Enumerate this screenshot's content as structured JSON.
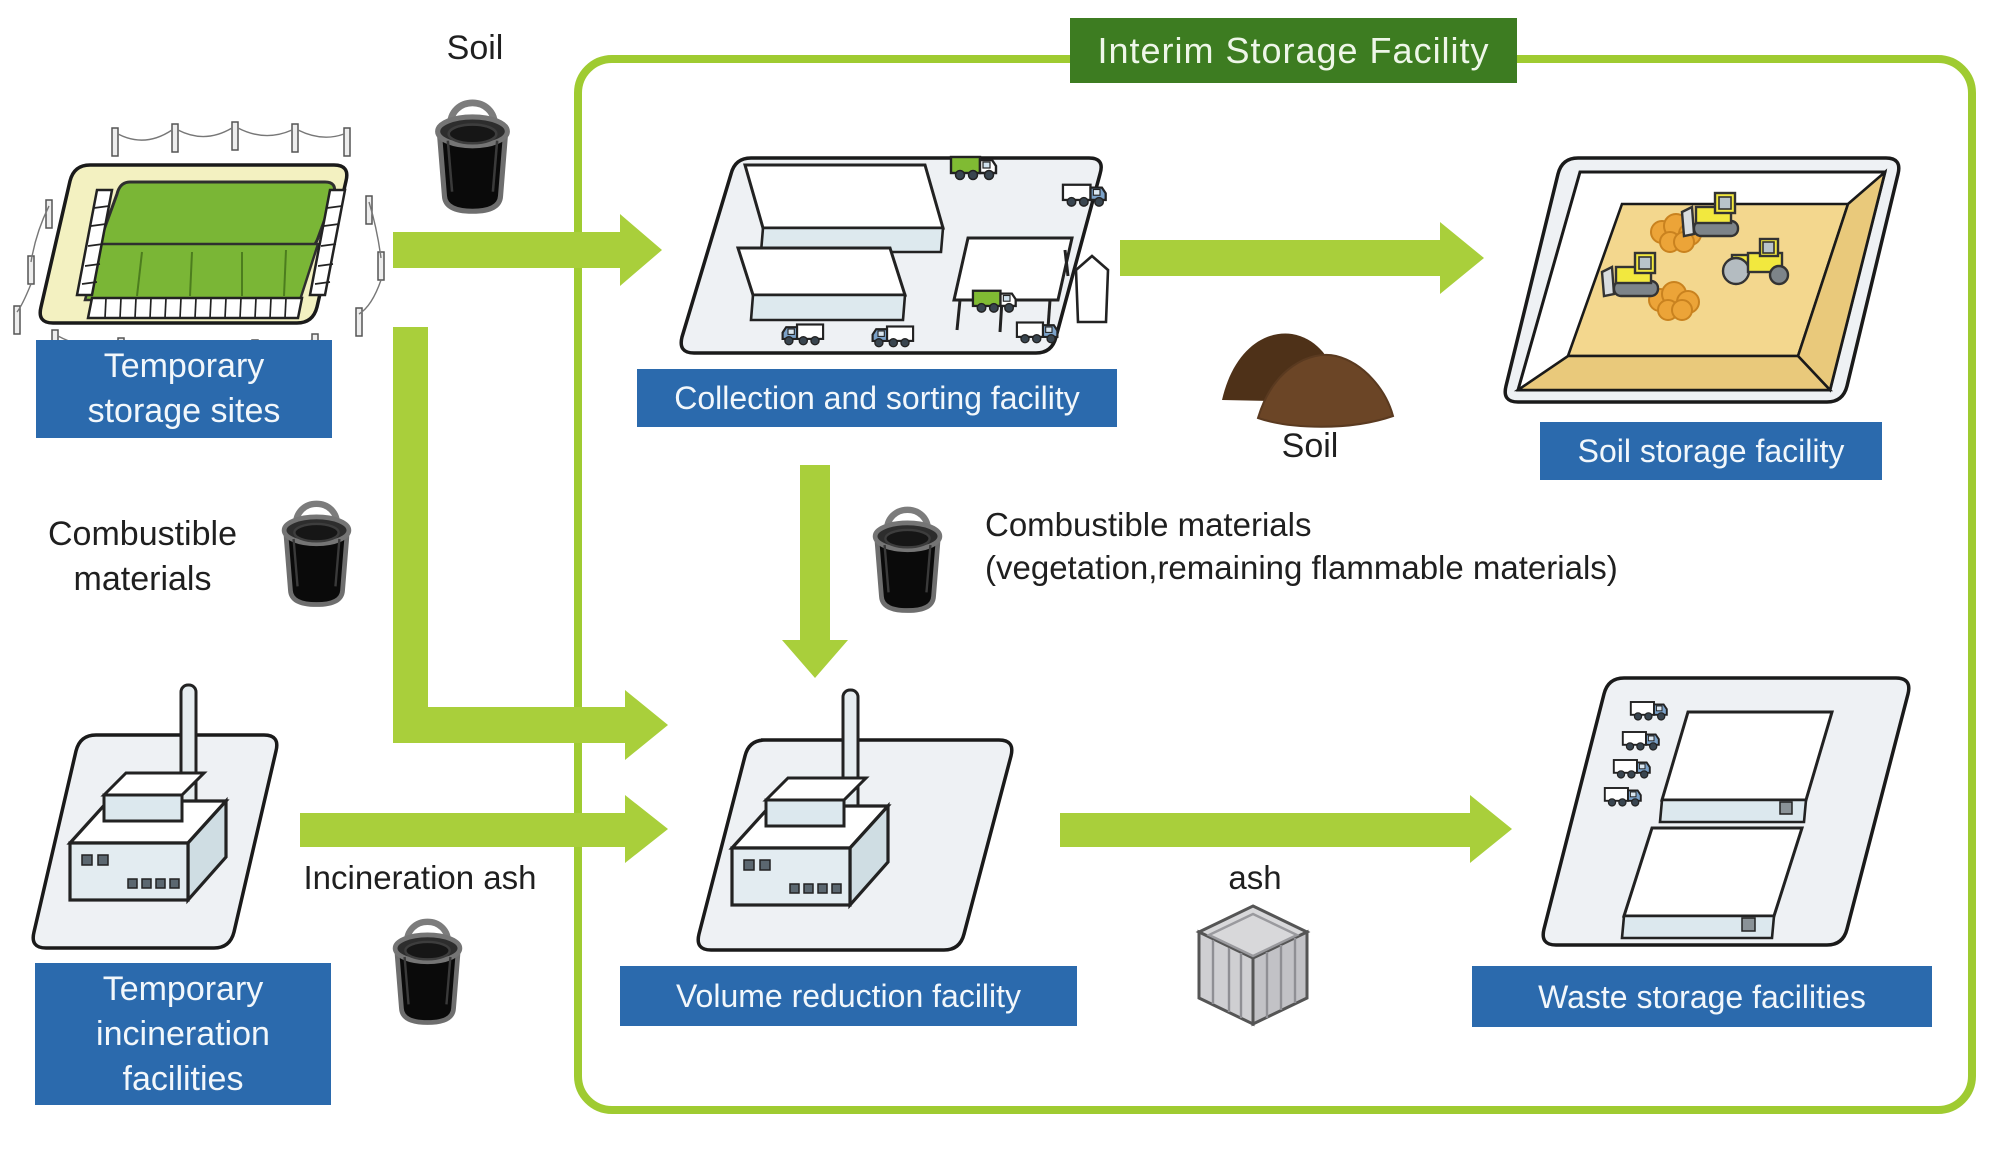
{
  "banner": {
    "label": "Interim Storage Facility"
  },
  "nodes": {
    "temporary_storage": {
      "lines": [
        "Temporary",
        "storage sites"
      ]
    },
    "collection": {
      "label": "Collection and sorting facility"
    },
    "soil_storage": {
      "label": "Soil storage facility"
    },
    "incineration": {
      "lines": [
        "Temporary",
        "incineration",
        "facilities"
      ]
    },
    "volume_reduction": {
      "label": "Volume reduction facility"
    },
    "waste_storage": {
      "label": "Waste storage facilities"
    }
  },
  "flow_labels": {
    "soil_top": "Soil",
    "combustible_left": {
      "lines": [
        "Combustible",
        "materials"
      ]
    },
    "combustible_mid": {
      "lines": [
        "Combustible materials",
        "(vegetation,remaining flammable materials)"
      ]
    },
    "soil_mid": "Soil",
    "incineration_ash": "Incineration ash",
    "ash": "ash"
  },
  "icons": {
    "drum": "black-drum-with-handle",
    "soil_pile": "brown-soil-mounds",
    "ash_box": "gray-ash-container-cube"
  },
  "colors": {
    "arrow_green": "#a9cf3b",
    "boundary_green": "#9fcb31",
    "banner_green": "#3d7c21",
    "label_blue": "#2b6aad",
    "tarp_green": "#7ab636",
    "pad_yellow": "#f3f1c1",
    "pit_tan": "#f3d78e",
    "soil_brown": "#6b4526"
  }
}
